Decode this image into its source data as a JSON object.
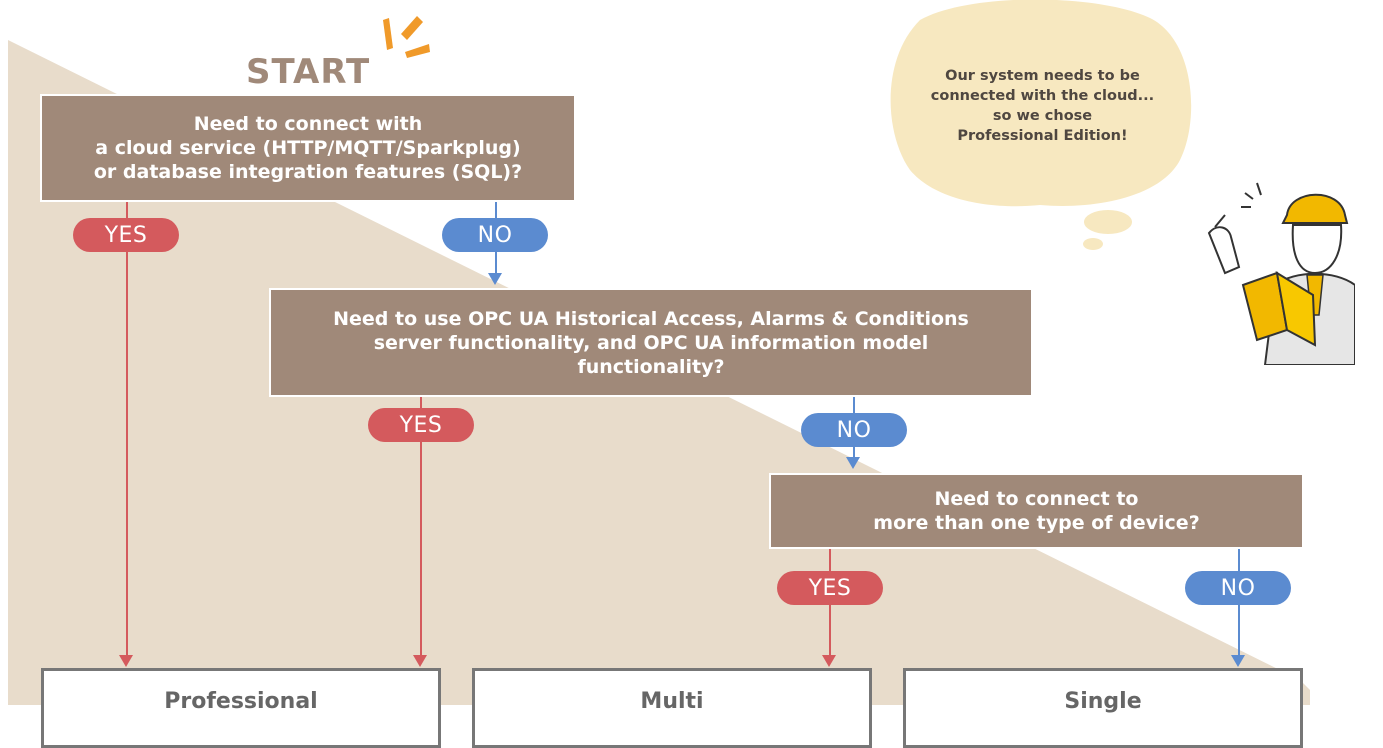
{
  "start_label": "START",
  "questions": [
    {
      "id": "q1",
      "text": "Need to connect with\na cloud service (HTTP/MQTT/Sparkplug)\nor database integration features (SQL)?"
    },
    {
      "id": "q2",
      "text": "Need to use OPC UA Historical Access, Alarms & Conditions\nserver functionality, and OPC UA information model\nfunctionality?"
    },
    {
      "id": "q3",
      "text": "Need to connect to\nmore than one type of device?"
    }
  ],
  "answers": {
    "yes": "YES",
    "no": "NO"
  },
  "outcomes": [
    "Professional",
    "Multi",
    "Single"
  ],
  "speech_bubble": "Our system needs to be\nconnected with the cloud...\nso we chose\nProfessional Edition!",
  "colors": {
    "question_box": "#a08979",
    "yes": "#d45a5d",
    "no": "#5b8bd0",
    "background_wedge": "#e8dccb",
    "bubble": "#f7e8c0",
    "helmet": "#f2b800"
  },
  "icons": [
    "burst-icon",
    "worker-illustration",
    "arrow-down-icon"
  ]
}
